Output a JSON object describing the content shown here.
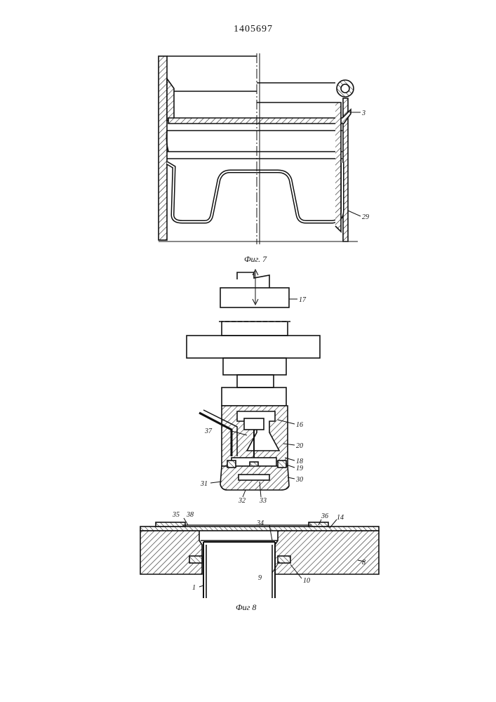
{
  "document_number": "1405697",
  "figures": [
    {
      "caption": "Фиг. 7",
      "callouts": [
        "3",
        "29"
      ]
    },
    {
      "caption": "Фиг 8",
      "callouts": [
        "17",
        "16",
        "37",
        "20",
        "18",
        "19",
        "31",
        "30",
        "32",
        "33",
        "35",
        "38",
        "34",
        "36",
        "14",
        "8",
        "9",
        "10",
        "1"
      ]
    }
  ]
}
